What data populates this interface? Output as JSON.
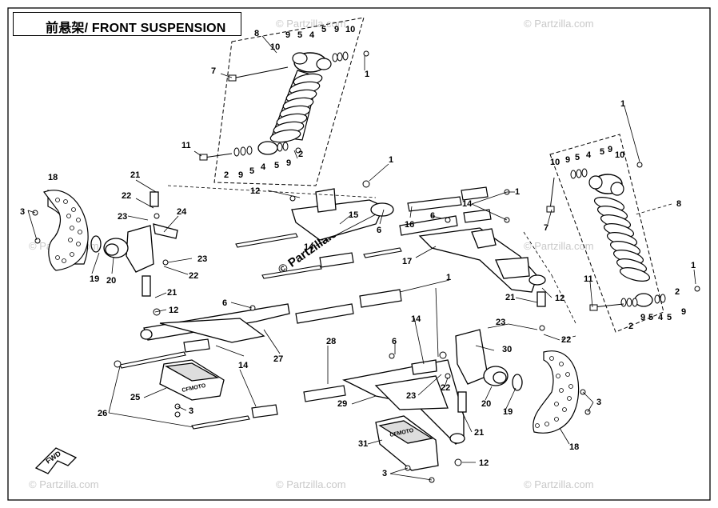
{
  "title": "前悬架/ FRONT SUSPENSION",
  "watermarks": {
    "corner": "© Partzilla.com",
    "center": "© Partzilla.com"
  },
  "fwd_label": "FWD",
  "callouts": [
    {
      "id": "c8a",
      "text": "8"
    },
    {
      "id": "c10a",
      "text": "10"
    },
    {
      "id": "c9a",
      "text": "9"
    },
    {
      "id": "c5a",
      "text": "5"
    },
    {
      "id": "c4a",
      "text": "4"
    },
    {
      "id": "c5b",
      "text": "5"
    },
    {
      "id": "c9b",
      "text": "9"
    },
    {
      "id": "c10b",
      "text": "10"
    },
    {
      "id": "c7a",
      "text": "7"
    },
    {
      "id": "c1a",
      "text": "1"
    },
    {
      "id": "c11a",
      "text": "11"
    },
    {
      "id": "c2a",
      "text": "2"
    },
    {
      "id": "c9c",
      "text": "9"
    },
    {
      "id": "c5c",
      "text": "5"
    },
    {
      "id": "c4b",
      "text": "4"
    },
    {
      "id": "c5d",
      "text": "5"
    },
    {
      "id": "c9d",
      "text": "9"
    },
    {
      "id": "c2b",
      "text": "2"
    },
    {
      "id": "c1b",
      "text": "1"
    },
    {
      "id": "c18a",
      "text": "18"
    },
    {
      "id": "c21a",
      "text": "21"
    },
    {
      "id": "c22a",
      "text": "22"
    },
    {
      "id": "c23a",
      "text": "23"
    },
    {
      "id": "c24",
      "text": "24"
    },
    {
      "id": "c3a",
      "text": "3"
    },
    {
      "id": "c12a",
      "text": "12"
    },
    {
      "id": "c15",
      "text": "15"
    },
    {
      "id": "c6a",
      "text": "6"
    },
    {
      "id": "c16",
      "text": "16"
    },
    {
      "id": "c14a",
      "text": "14"
    },
    {
      "id": "c1c",
      "text": "1"
    },
    {
      "id": "c6b",
      "text": "6"
    },
    {
      "id": "c7b",
      "text": "7"
    },
    {
      "id": "c8b",
      "text": "8"
    },
    {
      "id": "c1d",
      "text": "1"
    },
    {
      "id": "c10c",
      "text": "10"
    },
    {
      "id": "c9e",
      "text": "9"
    },
    {
      "id": "c5e",
      "text": "5"
    },
    {
      "id": "c4c",
      "text": "4"
    },
    {
      "id": "c5f",
      "text": "5"
    },
    {
      "id": "c9f",
      "text": "9"
    },
    {
      "id": "c10d",
      "text": "10"
    },
    {
      "id": "c14b",
      "text": "14"
    },
    {
      "id": "c17",
      "text": "17"
    },
    {
      "id": "c19a",
      "text": "19"
    },
    {
      "id": "c20a",
      "text": "20"
    },
    {
      "id": "c23b",
      "text": "23"
    },
    {
      "id": "c22b",
      "text": "22"
    },
    {
      "id": "c21b",
      "text": "21"
    },
    {
      "id": "c12b",
      "text": "12"
    },
    {
      "id": "c6c",
      "text": "6"
    },
    {
      "id": "c1e",
      "text": "1"
    },
    {
      "id": "c21c",
      "text": "21"
    },
    {
      "id": "c12c",
      "text": "12"
    },
    {
      "id": "c11b",
      "text": "11"
    },
    {
      "id": "c1f",
      "text": "1"
    },
    {
      "id": "c2c",
      "text": "2"
    },
    {
      "id": "c9g",
      "text": "9"
    },
    {
      "id": "c2d",
      "text": "2"
    },
    {
      "id": "c9h",
      "text": "9"
    },
    {
      "id": "c5g",
      "text": "5"
    },
    {
      "id": "c4d",
      "text": "4"
    },
    {
      "id": "c5h",
      "text": "5"
    },
    {
      "id": "c14c",
      "text": "14"
    },
    {
      "id": "c23c",
      "text": "23"
    },
    {
      "id": "c22c",
      "text": "22"
    },
    {
      "id": "c27",
      "text": "27"
    },
    {
      "id": "c28",
      "text": "28"
    },
    {
      "id": "c30",
      "text": "30"
    },
    {
      "id": "c6d",
      "text": "6"
    },
    {
      "id": "c14d",
      "text": "14"
    },
    {
      "id": "c25",
      "text": "25"
    },
    {
      "id": "c3b",
      "text": "3"
    },
    {
      "id": "c26",
      "text": "26"
    },
    {
      "id": "c29",
      "text": "29"
    },
    {
      "id": "c23d",
      "text": "23"
    },
    {
      "id": "c22d",
      "text": "22"
    },
    {
      "id": "c20b",
      "text": "20"
    },
    {
      "id": "c19b",
      "text": "19"
    },
    {
      "id": "c3c",
      "text": "3"
    },
    {
      "id": "c21d",
      "text": "21"
    },
    {
      "id": "c31",
      "text": "31"
    },
    {
      "id": "c12d",
      "text": "12"
    },
    {
      "id": "c18b",
      "text": "18"
    },
    {
      "id": "c3d",
      "text": "3"
    }
  ]
}
